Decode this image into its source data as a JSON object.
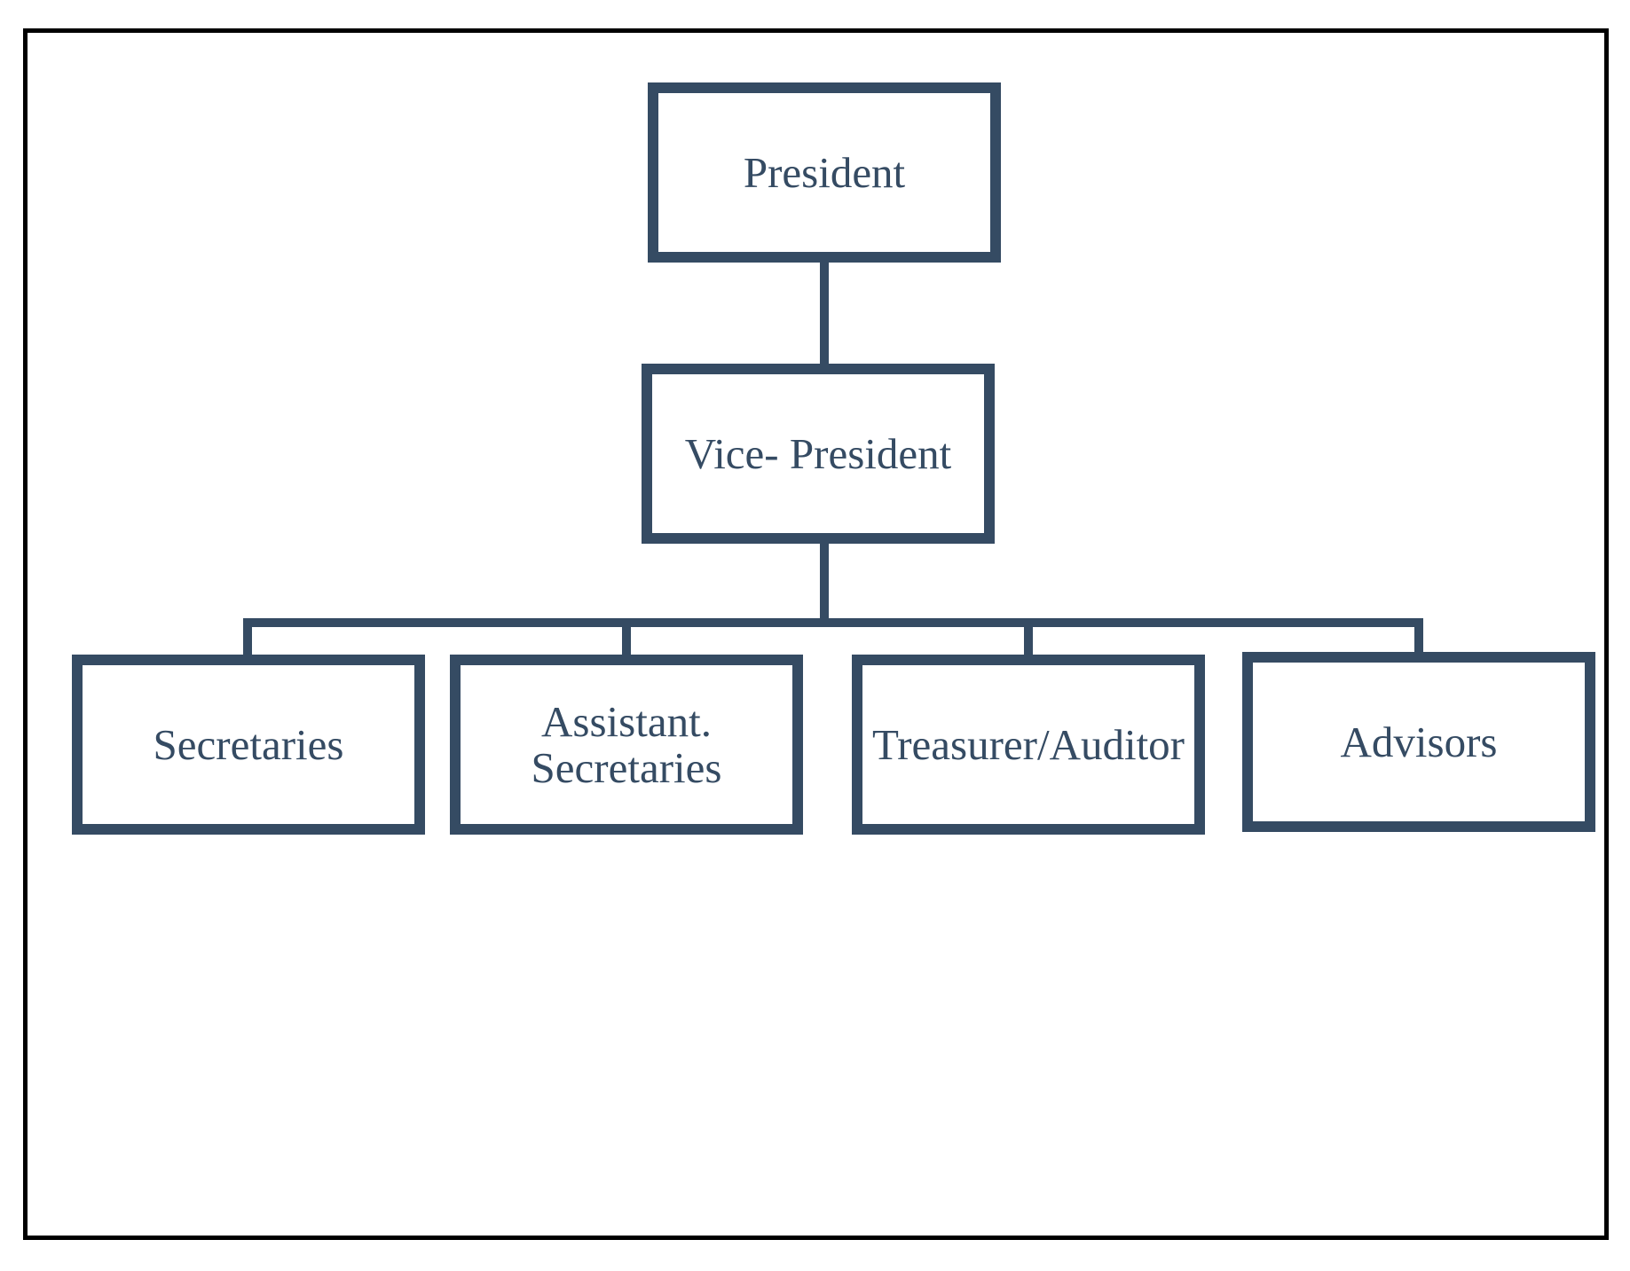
{
  "colors": {
    "box_border": "#354b63",
    "text": "#354b63",
    "frame": "#000000",
    "background": "#ffffff"
  },
  "org_chart": {
    "president": "President",
    "vice_president": "Vice- President",
    "subordinates": [
      {
        "label": "Secretaries"
      },
      {
        "label_line1": "Assistant.",
        "label_line2": "Secretaries"
      },
      {
        "label": "Treasurer/Auditor"
      },
      {
        "label": "Advisors"
      }
    ]
  }
}
